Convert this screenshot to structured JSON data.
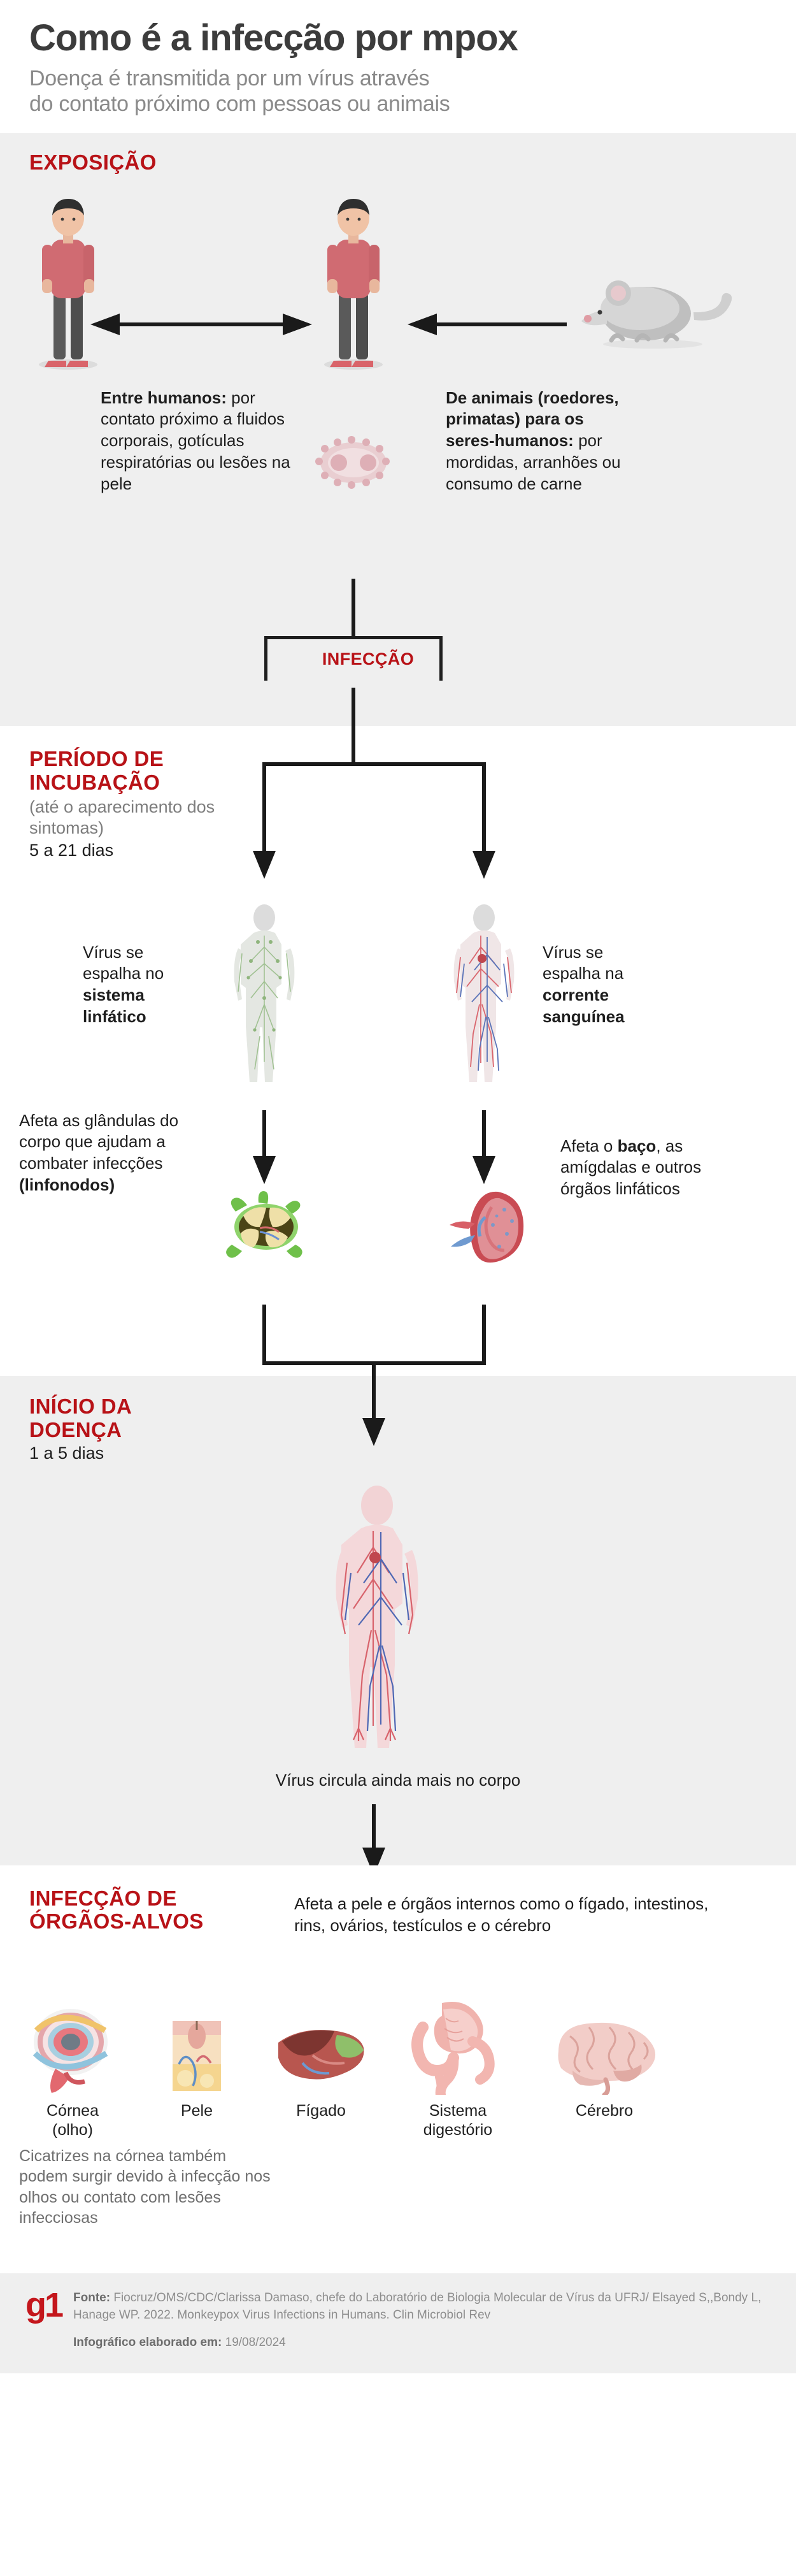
{
  "header": {
    "title": "Como é a infecção por mpox",
    "subtitle_line1": "Doença é transmitida por um vírus através",
    "subtitle_line2": "do contato próximo com pessoas ou animais"
  },
  "sections": {
    "exposure": {
      "label": "EXPOSIÇÃO",
      "human_text_bold": "Entre humanos:",
      "human_text_rest": " por contato próximo a fluidos corporais, gotículas respiratórias ou lesões na pele",
      "animal_text_bold": "De animais (roedores, primatas) para os seres-humanos:",
      "animal_text_rest": " por mordidas, arranhões ou consumo de carne",
      "infection_box_label": "INFECÇÃO"
    },
    "incubation": {
      "label_line1": "PERÍODO DE",
      "label_line2": "INCUBAÇÃO",
      "sub": "(até o aparecimento dos sintomas)",
      "days": "5 a 21 dias",
      "left_body_text_pre": "Vírus se espalha no ",
      "left_body_text_bold": "sistema linfático",
      "right_body_text_pre": "Vírus se espalha na ",
      "right_body_text_bold": "corrente sanguínea",
      "left_organ_text_pre": "Afeta as glândulas do corpo que ajudam a combater infecções ",
      "left_organ_text_bold": "(linfonodos)",
      "right_organ_text_pre": "Afeta o ",
      "right_organ_text_bold": "baço",
      "right_organ_text_post": ", as amígdalas e outros órgãos linfáticos"
    },
    "disease": {
      "label_line1": "INÍCIO DA",
      "label_line2": "DOENÇA",
      "days": "1 a 5 dias",
      "caption": "Vírus circula ainda mais no corpo"
    },
    "organs": {
      "label_line1": "INFECÇÃO DE",
      "label_line2": "ÓRGÃOS-ALVOS",
      "intro": "Afeta a pele e órgãos internos como o fígado, intestinos, rins, ovários, testículos e o cérebro",
      "items": [
        {
          "label_line1": "Córnea",
          "label_line2": "(olho)",
          "icon": "eye-cornea-icon"
        },
        {
          "label_line1": "Pele",
          "label_line2": "",
          "icon": "skin-icon"
        },
        {
          "label_line1": "Fígado",
          "label_line2": "",
          "icon": "liver-icon"
        },
        {
          "label_line1": "Sistema",
          "label_line2": "digestório",
          "icon": "digestive-system-icon"
        },
        {
          "label_line1": "Cérebro",
          "label_line2": "",
          "icon": "brain-icon"
        }
      ],
      "cornea_note": "Cicatrizes na córnea também podem surgir devido à infecção nos olhos ou contato com lesões infecciosas"
    }
  },
  "footer": {
    "logo": "g1",
    "source_label": "Fonte:",
    "source_text": " Fiocruz/OMS/CDC/Clarissa Damaso, chefe do Laboratório de Biologia Molecular de Vírus da UFRJ/ Elsayed S,,Bondy L, Hanage WP. 2022. Monkeypox Virus Infections in Humans. Clin Microbiol Rev",
    "date_label": "Infográfico elaborado em:",
    "date_value": " 19/08/2024"
  },
  "colors": {
    "accent_red": "#b81217",
    "band_grey": "#efefef",
    "title_grey": "#3c3c3c",
    "subtitle_grey": "#8a8a8a",
    "g1_red": "#c4161c"
  }
}
